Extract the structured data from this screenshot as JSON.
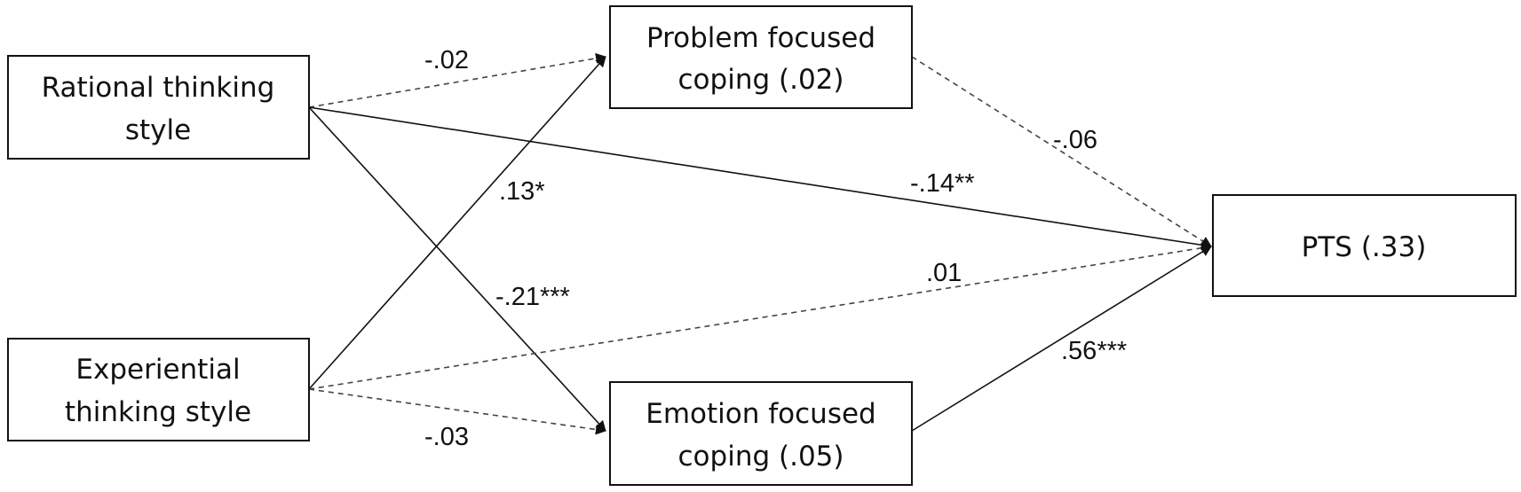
{
  "nodes": {
    "rational": {
      "lines": [
        "Rational thinking",
        "style"
      ]
    },
    "experiential": {
      "lines": [
        "Experiential",
        "thinking style"
      ]
    },
    "problem": {
      "lines": [
        "Problem focused",
        "coping (.02)"
      ]
    },
    "emotion": {
      "lines": [
        "Emotion focused",
        "coping (.05)"
      ]
    },
    "pts": {
      "lines": [
        "PTS (.33)"
      ]
    }
  },
  "edges": {
    "rational_problem": {
      "label": "-.02",
      "style": "dashed"
    },
    "rational_emotion": {
      "label": "-.21***",
      "style": "solid"
    },
    "rational_pts": {
      "label": "-.14**",
      "style": "solid"
    },
    "experiential_problem": {
      "label": ".13*",
      "style": "solid"
    },
    "experiential_emotion": {
      "label": "-.03",
      "style": "dashed"
    },
    "experiential_pts": {
      "label": ".01",
      "style": "dashed"
    },
    "problem_pts": {
      "label": "-.06",
      "style": "dashed"
    },
    "emotion_pts": {
      "label": ".56***",
      "style": "solid"
    }
  },
  "colors": {
    "stroke": "#111111",
    "dashed_stroke": "#444444",
    "background": "#ffffff"
  }
}
